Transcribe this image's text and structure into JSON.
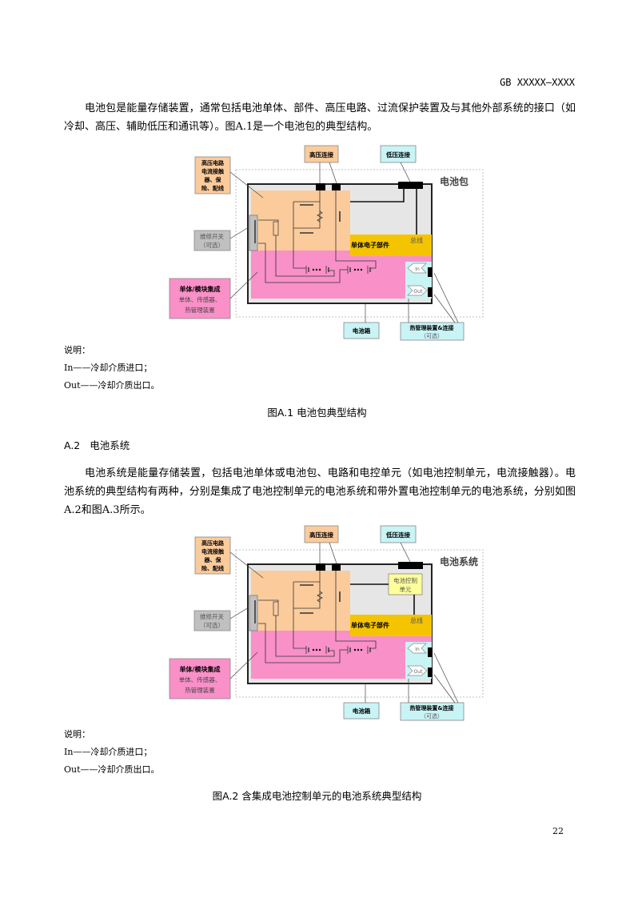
{
  "header": "GB XXXXX—XXXX",
  "intro": "电池包是能量存储装置，通常包括电池单体、部件、高压电路、过流保护装置及与其他外部系统的接口（如冷却、高压、辅助低压和通讯等）。图A.1是一个电池包的典型结构。",
  "figures": [
    {
      "title": "电池包",
      "labels": {
        "hv_conn": "高压连接",
        "lv_conn": "低压连接",
        "hv_circuit": [
          "高压电路",
          "电流接触",
          "器、保",
          "险、配线"
        ],
        "service_switch": [
          "维修开关",
          "（可选）"
        ],
        "cell_module": [
          "单体/模块集成",
          "单体、传感器、",
          "热管理装置"
        ],
        "cell_electronics": "单体电子部件",
        "bus": "总线",
        "housing": "电池箱",
        "thermal": [
          "热管理装置&连接",
          "（可选）"
        ],
        "in": "In",
        "out": "Out"
      },
      "notes": [
        "说明：",
        "In——冷却介质进口；",
        "Out——冷却介质出口。"
      ],
      "caption": "图A.1 电池包典型结构"
    },
    {
      "title": "电池系统",
      "labels": {
        "hv_conn": "高压连接",
        "lv_conn": "低压连接",
        "hv_circuit": [
          "高压电路",
          "电流接触",
          "器、保",
          "险、配线"
        ],
        "service_switch": [
          "维修开关",
          "（可选）"
        ],
        "cell_module": [
          "单体/模块集成",
          "单体、传感器、",
          "热管理装置"
        ],
        "cell_electronics": "单体电子部件",
        "bus": "总线",
        "bcu": [
          "电池控制",
          "单元"
        ],
        "housing": "电池箱",
        "thermal": [
          "热管理装置&连接",
          "（可选）"
        ],
        "in": "In",
        "out": "Out"
      },
      "notes": [
        "说明：",
        "In——冷却介质进口；",
        "Out——冷却介质出口。"
      ],
      "caption": "图A.2 含集成电池控制单元的电池系统典型结构"
    }
  ],
  "section": {
    "number": "A.2",
    "title": "电池系统"
  },
  "section_text": "电池系统是能量存储装置，包括电池单体或电池包、电路和电控单元（如电池控制单元，电流接触器）。电池系统的典型结构有两种，分别是集成了电池控制单元的电池系统和带外置电池控制单元的电池系统，分别如图A.2和图A.3所示。",
  "page_number": "22",
  "colors": {
    "orange": "#fbcb9c",
    "pink": "#f990c8",
    "yellow": "#f5c400",
    "cyan": "#c8f4f6",
    "grey": "#c0c0c0",
    "bcu": "#ffff99"
  }
}
